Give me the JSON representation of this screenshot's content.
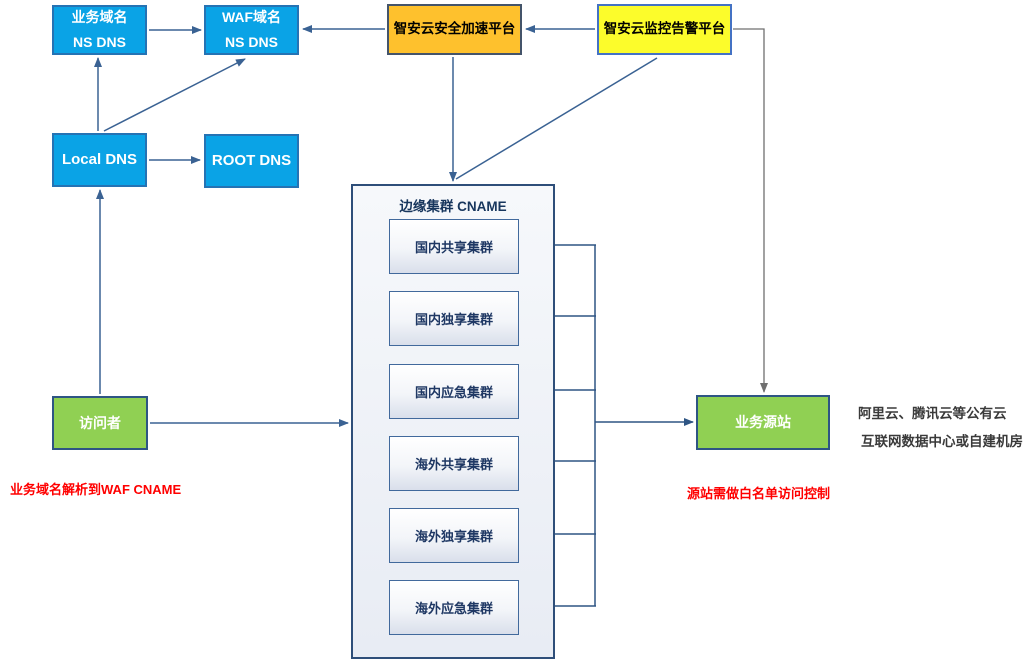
{
  "diagram": {
    "nodes": {
      "biz_ns_dns": {
        "line1": "业务域名",
        "line2": "NS DNS"
      },
      "waf_ns_dns": {
        "line1": "WAF域名",
        "line2": "NS DNS"
      },
      "accel_platform": {
        "label": "智安云安全加速平台"
      },
      "monitor_platform": {
        "label": "智安云监控告警平台"
      },
      "local_dns": {
        "label": "Local DNS"
      },
      "root_dns": {
        "label": "ROOT DNS"
      },
      "visitor": {
        "label": "访问者"
      },
      "origin": {
        "label": "业务源站"
      }
    },
    "edge_cluster": {
      "title": "边缘集群 CNAME",
      "clusters": [
        "国内共享集群",
        "国内独享集群",
        "国内应急集群",
        "海外共享集群",
        "海外独享集群",
        "海外应急集群"
      ]
    },
    "notes": {
      "visitor_note": "业务域名解析到WAF CNAME",
      "origin_note": "源站需做白名单访问控制",
      "origin_desc_line1": "阿里云、腾讯云等公有云",
      "origin_desc_line2": "互联网数据中心或自建机房"
    },
    "colors": {
      "dns_box_fill": "#0AA3E6",
      "accel_box_fill": "#FEC12D",
      "monitor_box_fill": "#FCFC2B",
      "actor_box_fill": "#90D053",
      "cluster_border": "#2E4E79",
      "arrow_blue": "#3A6293",
      "connector_navy": "#2E5584",
      "connector_gray": "#6F6F6F",
      "note_red": "#FF0000"
    }
  }
}
